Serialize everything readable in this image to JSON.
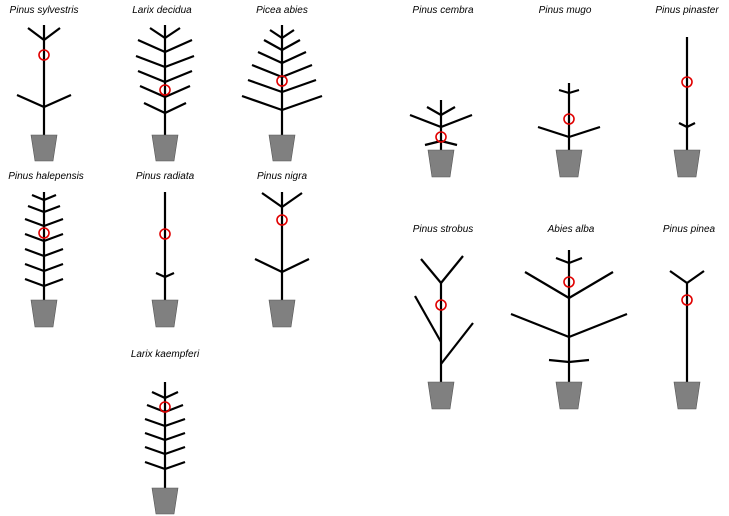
{
  "figure": {
    "style": {
      "stem_color": "#000000",
      "pot_color": "#808080",
      "marker_color": "#e00000"
    },
    "species": [
      {
        "id": "pinus-sylvestris",
        "label": "Pinus sylvestris"
      },
      {
        "id": "larix-decidua",
        "label": "Larix decidua"
      },
      {
        "id": "picea-abies",
        "label": "Picea abies"
      },
      {
        "id": "pinus-cembra",
        "label": "Pinus cembra"
      },
      {
        "id": "pinus-mugo",
        "label": "Pinus mugo"
      },
      {
        "id": "pinus-pinaster",
        "label": "Pinus pinaster"
      },
      {
        "id": "pinus-halepensis",
        "label": "Pinus halepensis"
      },
      {
        "id": "pinus-radiata",
        "label": "Pinus radiata"
      },
      {
        "id": "pinus-nigra",
        "label": "Pinus nigra"
      },
      {
        "id": "pinus-strobus",
        "label": "Pinus strobus"
      },
      {
        "id": "abies-alba",
        "label": "Abies alba"
      },
      {
        "id": "pinus-pinea",
        "label": "Pinus pinea"
      },
      {
        "id": "larix-kaempferi",
        "label": "Larix kaempferi"
      }
    ]
  }
}
